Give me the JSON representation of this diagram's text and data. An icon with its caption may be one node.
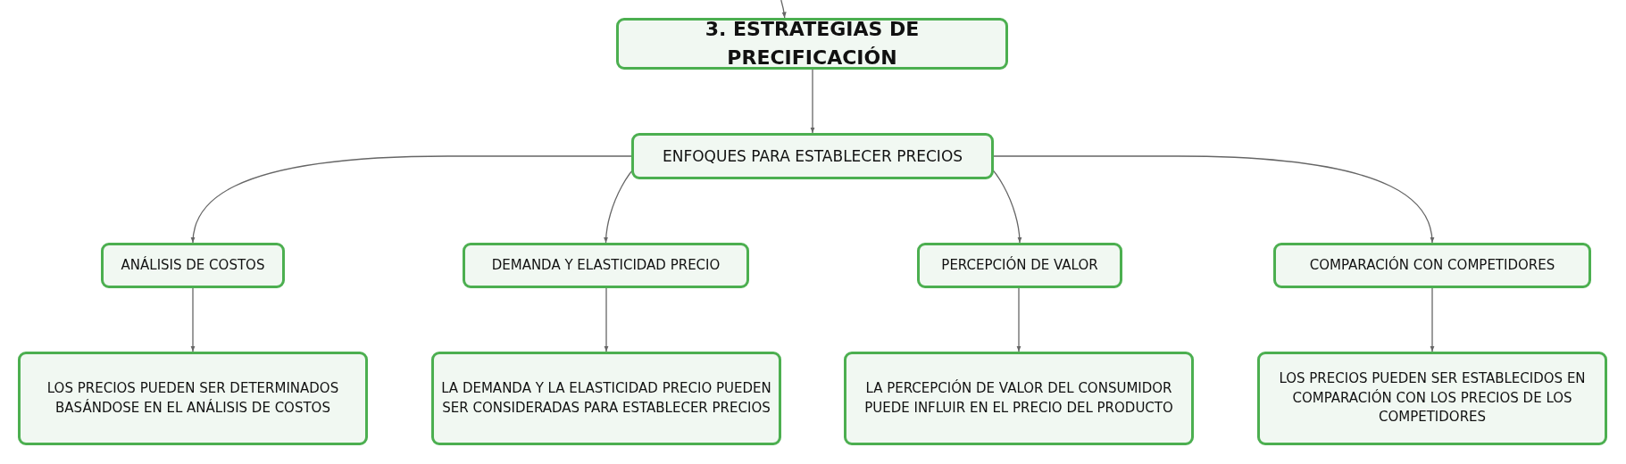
{
  "diagram": {
    "nodes": [
      {
        "text": [
          "3. ESTRATEGIAS DE PRECIFICACIÓN"
        ]
      },
      {
        "text": [
          "ENFOQUES PARA ESTABLECER PRECIOS"
        ]
      },
      {
        "text": [
          "ANÁLISIS DE COSTOS"
        ]
      },
      {
        "text": [
          "DEMANDA Y ELASTICIDAD PRECIO"
        ]
      },
      {
        "text": [
          "PERCEPCIÓN DE VALOR"
        ]
      },
      {
        "text": [
          "COMPARACIÓN CON COMPETIDORES"
        ]
      },
      {
        "text": [
          "LOS PRECIOS PUEDEN SER DETERMINADOS BASÁNDOSE EN EL ANÁLISIS DE COSTOS"
        ]
      },
      {
        "text": [
          "LA DEMANDA Y LA ELASTICIDAD PRECIO PUEDEN SER CONSIDERADAS PARA ESTABLECER PRECIOS"
        ]
      },
      {
        "text": [
          "LA PERCEPCIÓN DE VALOR DEL CONSUMIDOR PUEDE INFLUIR EN EL PRECIO DEL PRODUCTO"
        ]
      },
      {
        "text": [
          "LOS PRECIOS PUEDEN SER ESTABLECIDOS EN COMPARACIÓN CON LOS PRECIOS DE LOS COMPETIDORES"
        ]
      }
    ],
    "edges": [
      {
        "from": null,
        "to": 0,
        "arrow": "to"
      },
      {
        "from": 0,
        "to": 1,
        "arrow": "to"
      },
      {
        "from": 1,
        "to": 2,
        "arrow": "to"
      },
      {
        "from": 1,
        "to": 3,
        "arrow": "to"
      },
      {
        "from": 1,
        "to": 4,
        "arrow": "to"
      },
      {
        "from": 1,
        "to": 5,
        "arrow": "to"
      },
      {
        "from": 2,
        "to": 6,
        "arrow": "to"
      },
      {
        "from": 3,
        "to": 7,
        "arrow": "to"
      },
      {
        "from": 4,
        "to": 8,
        "arrow": "to"
      },
      {
        "from": 5,
        "to": 9,
        "arrow": "to"
      }
    ]
  }
}
